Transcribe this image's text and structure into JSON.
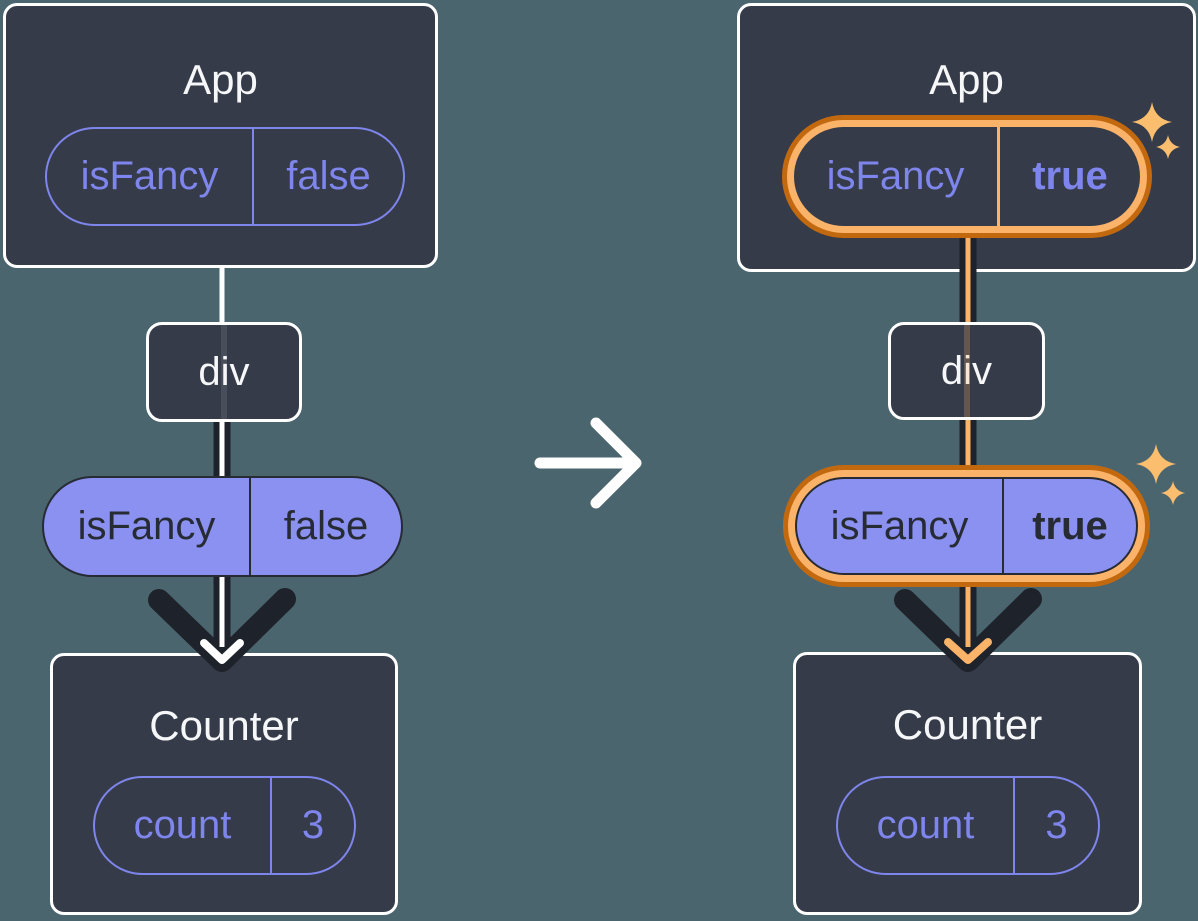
{
  "theme": {
    "bg": "#4B656E",
    "panel": "#353B48",
    "panel-border": "#FFFFFF",
    "text-light": "#F6F7F9",
    "text-dark": "#262B34",
    "purple": "#7E85EC",
    "purple-fill": "#8B91F0",
    "orange-dark": "#C2690F",
    "orange-light": "#FBB269",
    "sparkle": "#FBBE6E",
    "arrow-dark": "#1E222B",
    "line-white": "#FFFFFF"
  },
  "icons": {
    "transition": "right-arrow-icon",
    "highlight": "sparkle-icon",
    "flow": "down-arrow-icon"
  },
  "before": {
    "app": {
      "title": "App",
      "state": {
        "key": "isFancy",
        "value": "false"
      }
    },
    "container": {
      "label": "div"
    },
    "prop": {
      "key": "isFancy",
      "value": "false"
    },
    "counter": {
      "title": "Counter",
      "state": {
        "key": "count",
        "value": "3"
      }
    }
  },
  "after": {
    "app": {
      "title": "App",
      "state": {
        "key": "isFancy",
        "value": "true"
      }
    },
    "container": {
      "label": "div"
    },
    "prop": {
      "key": "isFancy",
      "value": "true"
    },
    "counter": {
      "title": "Counter",
      "state": {
        "key": "count",
        "value": "3"
      }
    }
  }
}
